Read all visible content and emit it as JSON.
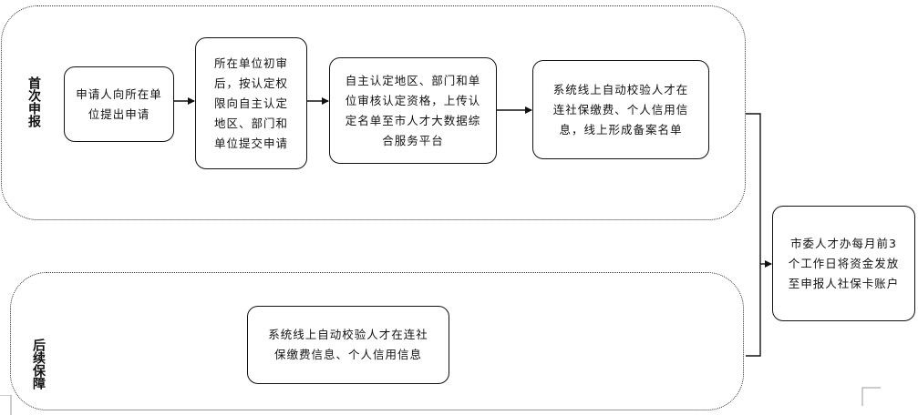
{
  "groups": {
    "first": {
      "label": "首次申报"
    },
    "later": {
      "label": "后续保障"
    }
  },
  "steps": {
    "apply": "申请人向所在单位提出申请",
    "unit": "所在单位初审后，按认定权限向自主认定地区、部门和单位提交申请",
    "certify": "自主认定地区、部门和单位审核认定资格，上传认定名单至市人才大数据综合服务平台",
    "verify_first": "系统线上自动校验人才在连社保缴费、个人信用信息，线上形成备案名单",
    "verify_later": "系统线上自动校验人才在连社保缴费信息、个人信用信息",
    "pay": "市委人才办每月前3个工作日将资金发放至申报人社保卡账户"
  }
}
